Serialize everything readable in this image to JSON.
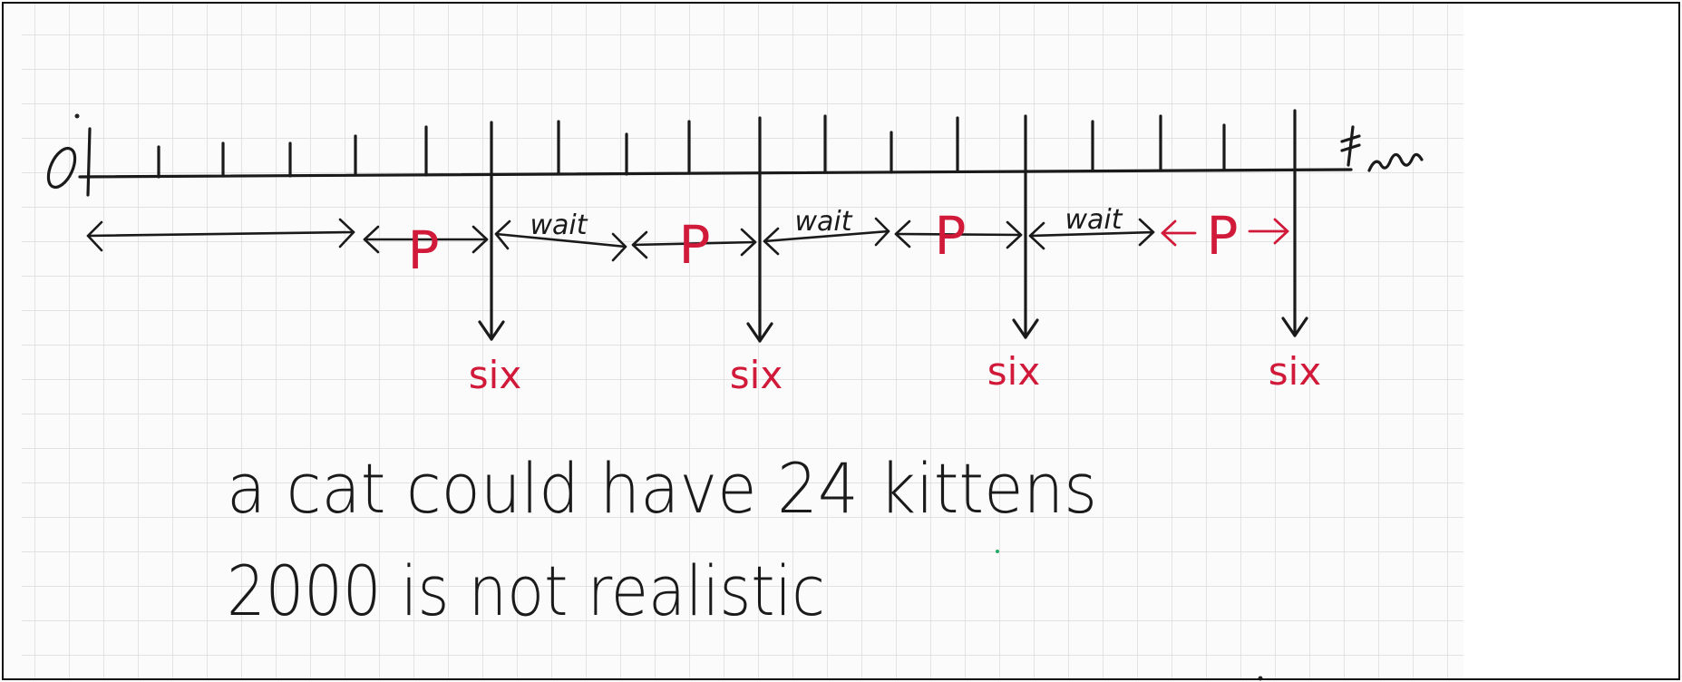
{
  "number_line": {
    "start_label": "0",
    "segments": [
      {
        "label": "",
        "kind": "initial"
      },
      {
        "label": "P",
        "kind": "pregnancy"
      },
      {
        "label": "wait",
        "kind": "wait"
      },
      {
        "label": "P",
        "kind": "pregnancy"
      },
      {
        "label": "wait",
        "kind": "wait"
      },
      {
        "label": "P",
        "kind": "pregnancy"
      },
      {
        "label": "wait",
        "kind": "wait"
      },
      {
        "label": "P",
        "kind": "pregnancy"
      }
    ],
    "litters": [
      "six",
      "six",
      "six",
      "six"
    ]
  },
  "notes": {
    "line1": "a cat could have 24 kittens",
    "line2": "2000 is not realistic"
  },
  "colors": {
    "paper": "#fbfbfb",
    "grid": "#d9d9d9",
    "ink": "#1a1a1a",
    "red_ink": "#d11a3a"
  }
}
